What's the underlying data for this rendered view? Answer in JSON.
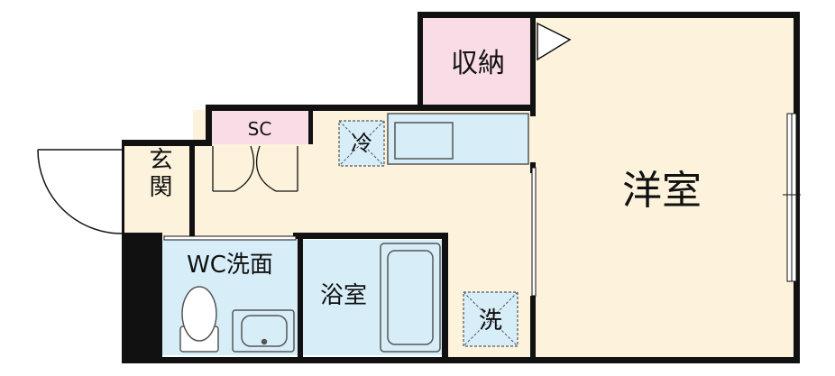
{
  "rooms": {
    "closet": "収納",
    "western_room": "洋室",
    "shoe_closet": "SC",
    "fridge": "冷",
    "entrance": "玄関",
    "wc_washroom": "WC洗面",
    "bathroom": "浴室",
    "washer": "洗"
  },
  "colors": {
    "wall": "#111111",
    "floor_wood": "#fdf3dc",
    "water_area": "#d7eef9",
    "storage": "#f9dce6",
    "fixture_line": "#555555"
  }
}
